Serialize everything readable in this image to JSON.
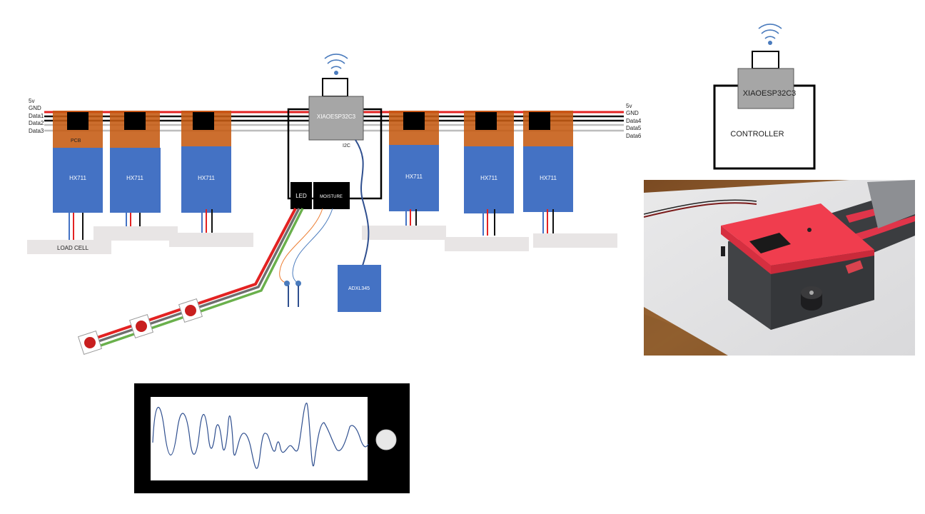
{
  "bus": {
    "left_labels": [
      "5v",
      "GND",
      "Data1",
      "Data2",
      "Data3"
    ],
    "right_labels": [
      "5v",
      "GND",
      "Data4",
      "Data5",
      "Data6"
    ],
    "wire_colors": [
      "#e32222",
      "#111111",
      "#111111",
      "#b9b9b9",
      "#b9b9b9"
    ]
  },
  "modules": {
    "pcb_label": "PCB",
    "hx711_label": "HX711",
    "load_cell_label": "LOAD CELL"
  },
  "mcu": {
    "label": "XIAOESP32C3",
    "i2c_label": "I2C",
    "led_label": "LED",
    "moisture_label": "MOISTURE",
    "accel_label": "ADXL345"
  },
  "controller": {
    "mcu_label": "XIAOESP32C3",
    "label": "CONTROLLER"
  },
  "colors": {
    "hx711_blue": "#4472c4",
    "pcb_orange": "#c55a11",
    "mcu_gray": "#a6a6a6",
    "plate_gray": "#e8e5e5",
    "wifi_blue": "#4a7bbd",
    "led_red": "#c81e1e"
  },
  "photo": {
    "subject": "red-and-gray 3D-printed controller enclosure with knob on a paper sheet"
  }
}
